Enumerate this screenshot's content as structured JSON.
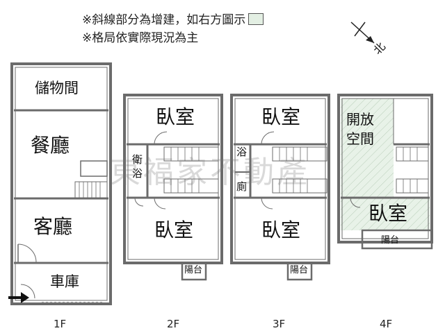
{
  "notes": {
    "line1": "※斜線部分為增建，如右方圖示",
    "line2": "※格局依實際現況為主"
  },
  "compass": {
    "north_label": "北"
  },
  "watermark": "東福家不動產",
  "floors": [
    {
      "label": "1F",
      "rooms": {
        "storage": "儲物間",
        "dining": "餐廳",
        "living": "客廳",
        "garage": "車庫"
      }
    },
    {
      "label": "2F",
      "rooms": {
        "bedroom_top": "臥室",
        "bath": "衛浴",
        "bedroom_bottom": "臥室",
        "balcony": "陽台"
      }
    },
    {
      "label": "3F",
      "rooms": {
        "bedroom_top": "臥室",
        "bath_a": "浴",
        "bath_b": "廁",
        "bedroom_bottom": "臥室",
        "balcony": "陽台"
      }
    },
    {
      "label": "4F",
      "rooms": {
        "open_space": "開放空間",
        "bedroom": "臥室",
        "balcony": "陽台"
      }
    }
  ],
  "colors": {
    "wall": "#6b6b6b",
    "addition_fill": "#e3efe3",
    "watermark": "#9a9a9a"
  }
}
